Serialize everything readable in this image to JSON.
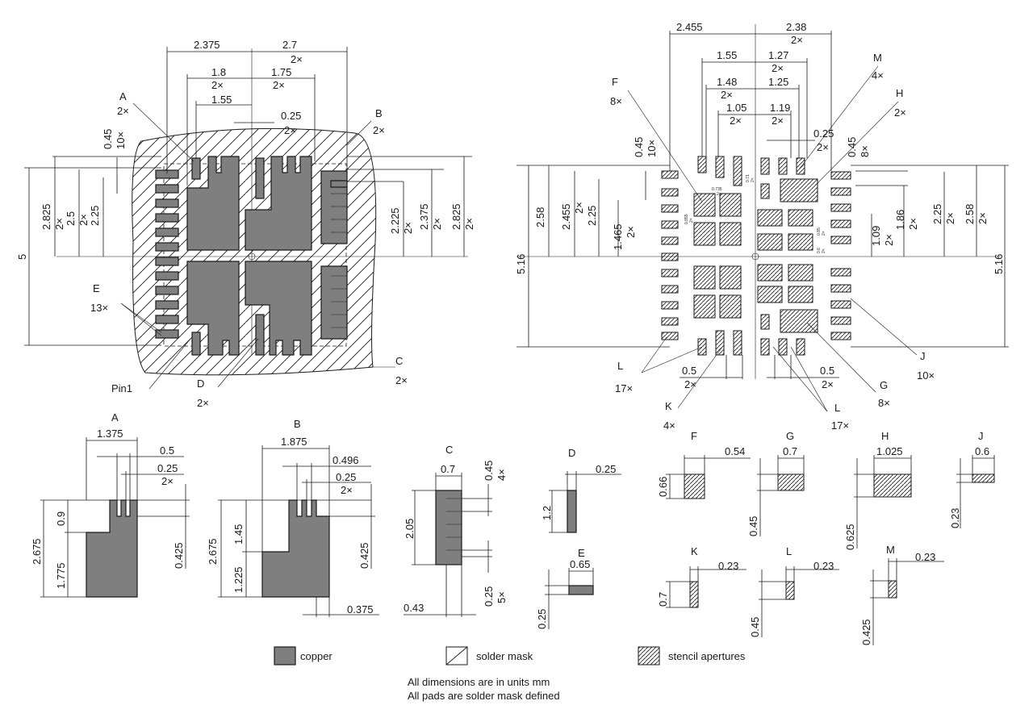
{
  "left_view": {
    "dims_top": [
      "2.375",
      "2.7",
      "2×",
      "1.8",
      "2×",
      "1.75",
      "2×",
      "1.55",
      "0.25",
      "2×"
    ],
    "dims_left": [
      "0.45",
      "10×",
      "2.825",
      "2×",
      "2.5",
      "2×",
      "2.25",
      "5"
    ],
    "dims_right": [
      "2.225",
      "2×",
      "2.375",
      "2×",
      "2.825",
      "2×"
    ],
    "callouts": {
      "A": "A",
      "A_n": "2×",
      "B": "B",
      "B_n": "2×",
      "C": "C",
      "C_n": "2×",
      "D": "D",
      "D_n": "2×",
      "E": "E",
      "E_n": "13×",
      "pin1": "Pin1"
    }
  },
  "right_view": {
    "dims_top": [
      "2.455",
      "2.38",
      "2×",
      "1.55",
      "1.27",
      "2×",
      "1.48",
      "2×",
      "1.25",
      "1.05",
      "2×",
      "1.19",
      "2×",
      "0.25",
      "2×"
    ],
    "dims_left": [
      "0.45",
      "10×",
      "2.58",
      "2.455",
      "2×",
      "2.25",
      "1.465",
      "2×",
      "5.16"
    ],
    "dims_right": [
      "0.45",
      "8×",
      "1.09",
      "2×",
      "1.86",
      "2×",
      "2.25",
      "2×",
      "2.58",
      "2×",
      "5.16"
    ],
    "dims_bottom": [
      "0.5",
      "2×",
      "0.5",
      "2×"
    ],
    "tiny": [
      "0.735",
      "2×",
      "0.855",
      "2×",
      "0.71",
      "2×",
      "0.85",
      "2×",
      "0.6",
      "2×"
    ],
    "callouts": {
      "F": "F",
      "F_n": "8×",
      "M": "M",
      "M_n": "4×",
      "H": "H",
      "H_n": "2×",
      "J": "J",
      "J_n": "10×",
      "G": "G",
      "G_n": "8×",
      "L1": "L",
      "L1_n": "17×",
      "L2": "L",
      "L2_n": "17×",
      "K": "K",
      "K_n": "4×"
    }
  },
  "details": {
    "A": {
      "title": "A",
      "w": "1.375",
      "d1": "0.5",
      "d2": "0.25",
      "n": "2×",
      "h": "2.675",
      "h1": "0.9",
      "h2": "1.775",
      "h3": "0.425"
    },
    "B": {
      "title": "B",
      "w": "1.875",
      "d1": "0.496",
      "d2": "0.25",
      "n": "2×",
      "h": "2.675",
      "h1": "1.45",
      "h2": "1.225",
      "h3": "0.425",
      "w2": "0.375"
    },
    "C": {
      "title": "C",
      "w": "0.7",
      "d1": "0.45",
      "n1": "4×",
      "h": "2.05",
      "d2": "0.25",
      "n2": "5×",
      "w2": "0.43"
    },
    "D": {
      "title": "D",
      "w": "0.25",
      "h": "1.2"
    },
    "E": {
      "title": "E",
      "w": "0.65",
      "h": "0.25"
    },
    "F": {
      "title": "F",
      "w": "0.54",
      "h": "0.66"
    },
    "G": {
      "title": "G",
      "w": "0.7",
      "h": "0.45"
    },
    "H": {
      "title": "H",
      "w": "1.025",
      "h": "0.625"
    },
    "J": {
      "title": "J",
      "w": "0.6",
      "h": "0.23"
    },
    "K": {
      "title": "K",
      "w": "0.23",
      "h": "0.7"
    },
    "L": {
      "title": "L",
      "w": "0.23",
      "h": "0.45"
    },
    "M": {
      "title": "M",
      "w": "0.23",
      "h": "0.425"
    }
  },
  "legend": {
    "copper": "copper",
    "solder_mask": "solder mask",
    "stencil": "stencil apertures"
  },
  "notes": {
    "line1": "All dimensions are in units mm",
    "line2": "All pads are solder mask defined"
  },
  "colors": {
    "copper": "#7f7f7f",
    "line": "#1a1a1a"
  }
}
